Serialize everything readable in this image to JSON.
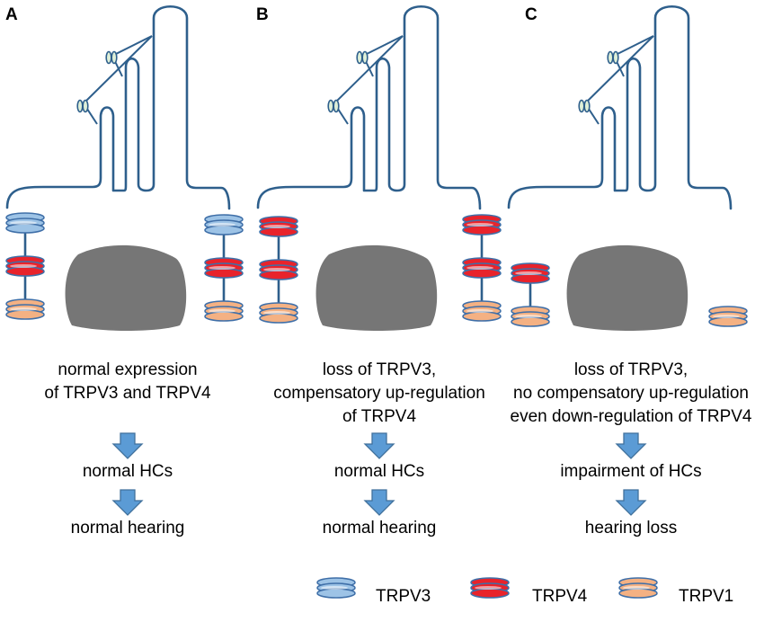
{
  "colors": {
    "membrane": "#2E5F8C",
    "nucleus": "#767676",
    "arrow_fill": "#5B9BD5",
    "arrow_stroke": "#41719C",
    "trpv3": "#9DC3E6",
    "trpv4": "#E8232B",
    "trpv1": "#F4B183",
    "channel_outline": "#3F6FA8"
  },
  "legend": [
    {
      "id": "trpv3",
      "label": "TRPV3"
    },
    {
      "id": "trpv4",
      "label": "TRPV4"
    },
    {
      "id": "trpv1",
      "label": "TRPV1"
    }
  ],
  "panels": [
    {
      "letter": "A",
      "lines": [
        "normal expression",
        "of TRPV3 and TRPV4"
      ],
      "step1": "normal HCs",
      "step2": "normal hearing",
      "left_channels": [
        "trpv3",
        "trpv4",
        "trpv1"
      ],
      "right_channels": [
        "trpv3",
        "trpv4",
        "trpv1"
      ]
    },
    {
      "letter": "B",
      "lines": [
        "loss of TRPV3,",
        "compensatory up-regulation",
        "of TRPV4"
      ],
      "step1": "normal HCs",
      "step2": "normal hearing",
      "left_channels": [
        "trpv4",
        "trpv4",
        "trpv1"
      ],
      "right_channels": [
        "trpv4",
        "trpv4",
        "trpv1"
      ]
    },
    {
      "letter": "C",
      "lines": [
        "loss of TRPV3,",
        "no compensatory up-regulation",
        "even down-regulation of TRPV4"
      ],
      "step1": "impairment of HCs",
      "step2": "hearing loss",
      "left_channels": [
        "trpv4",
        "trpv1"
      ],
      "right_channels": [
        "trpv1"
      ]
    }
  ]
}
